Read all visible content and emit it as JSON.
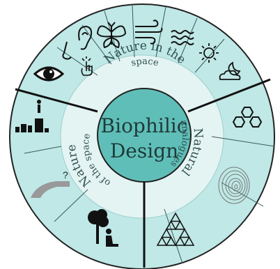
{
  "diagram": {
    "center_title_line1": "Biophilic",
    "center_title_line2": "Design",
    "sections": [
      {
        "label": "Nature in the",
        "label2": "space"
      },
      {
        "label": "Natural",
        "label2": "analogues"
      },
      {
        "label": "Nature",
        "label2": "of the space"
      }
    ],
    "question_mark": "?",
    "icons": [
      "nose-icon",
      "ear-icon",
      "butterfly-icon",
      "wind-icon",
      "water-waves-icon",
      "sun-icon",
      "moon-cloud-icon",
      "eye-icon",
      "touch-hand-icon",
      "hexagon-cluster-icon",
      "wood-grain-icon",
      "sierpinski-triangle-icon",
      "tree-person-icon",
      "winding-path-icon",
      "person-on-tower-icon"
    ],
    "colors": {
      "outer_ring": "#bfe8e6",
      "middle_ring": "#e4f4f3",
      "center": "#5fbfb8",
      "lines": "#222222"
    }
  }
}
